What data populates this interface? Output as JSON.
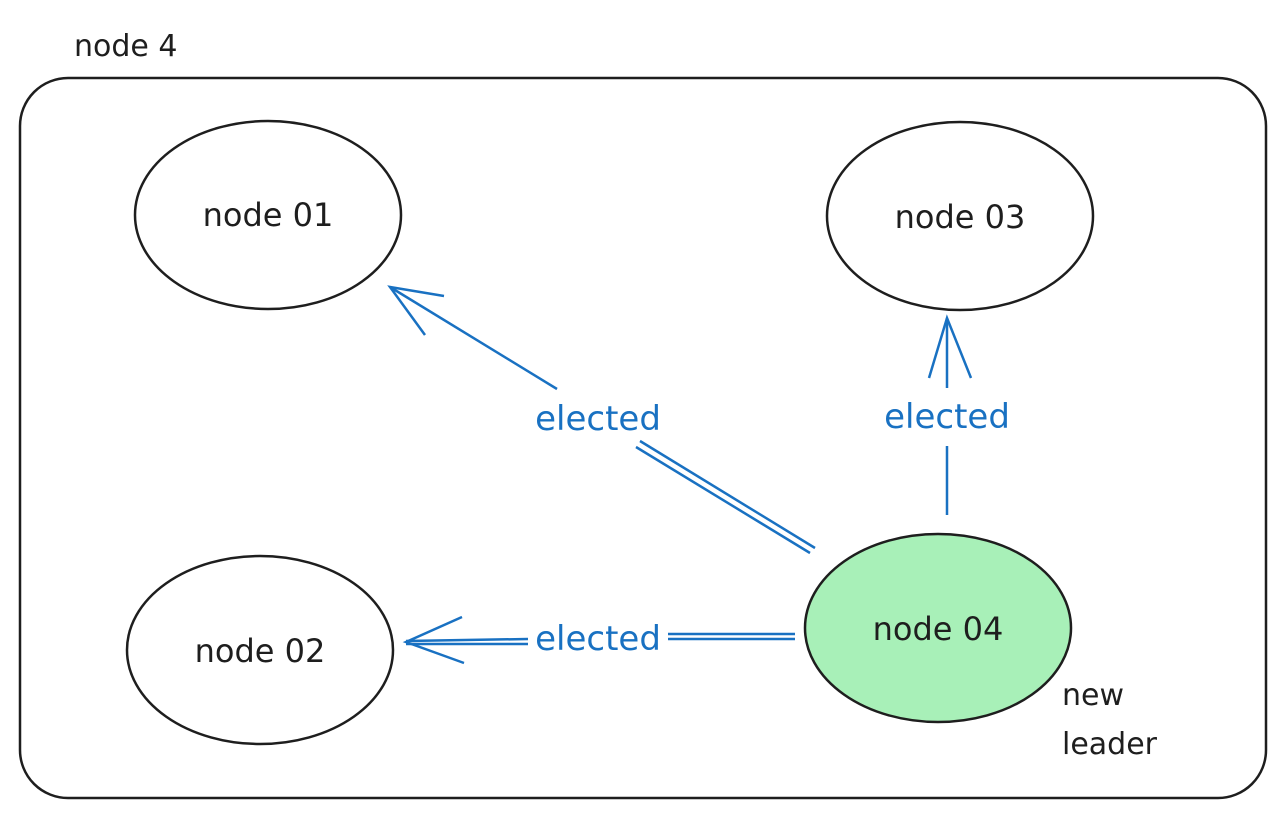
{
  "colors": {
    "stroke": "#1e1e1e",
    "edge": "#1971c2",
    "leader_fill": "#a8f0b8",
    "background": "#ffffff"
  },
  "container": {
    "label": "node 4"
  },
  "nodes": [
    {
      "id": "n01",
      "label": "node 01"
    },
    {
      "id": "n02",
      "label": "node 02"
    },
    {
      "id": "n03",
      "label": "node 03"
    },
    {
      "id": "n04",
      "label": "node 04",
      "note_line1": "new",
      "note_line2": "leader"
    }
  ],
  "edges": [
    {
      "from": "n04",
      "to": "n01",
      "label": "elected"
    },
    {
      "from": "n04",
      "to": "n03",
      "label": "elected"
    },
    {
      "from": "n04",
      "to": "n02",
      "label": "elected"
    }
  ]
}
